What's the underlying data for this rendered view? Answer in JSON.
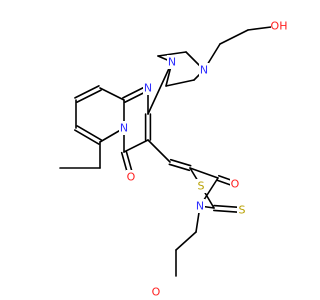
{
  "molecule": {
    "colors": {
      "bond": "#000000",
      "carbon": "#000000",
      "nitrogen": "#3030ff",
      "oxygen": "#ff2020",
      "sulfur": "#b8a000"
    },
    "atom_labels": [
      {
        "id": "N1",
        "text": "N",
        "element": "nitrogen"
      },
      {
        "id": "N2",
        "text": "N",
        "element": "nitrogen"
      },
      {
        "id": "N3",
        "text": "N",
        "element": "nitrogen"
      },
      {
        "id": "N4",
        "text": "N",
        "element": "nitrogen"
      },
      {
        "id": "N5",
        "text": "N",
        "element": "nitrogen"
      },
      {
        "id": "O1",
        "text": "O",
        "element": "oxygen"
      },
      {
        "id": "O2",
        "text": "O",
        "element": "oxygen"
      },
      {
        "id": "O3",
        "text": "OH",
        "element": "oxygen"
      },
      {
        "id": "O4",
        "text": "O",
        "element": "oxygen"
      },
      {
        "id": "S1",
        "text": "S",
        "element": "sulfur"
      },
      {
        "id": "S2",
        "text": "S",
        "element": "sulfur"
      }
    ]
  }
}
